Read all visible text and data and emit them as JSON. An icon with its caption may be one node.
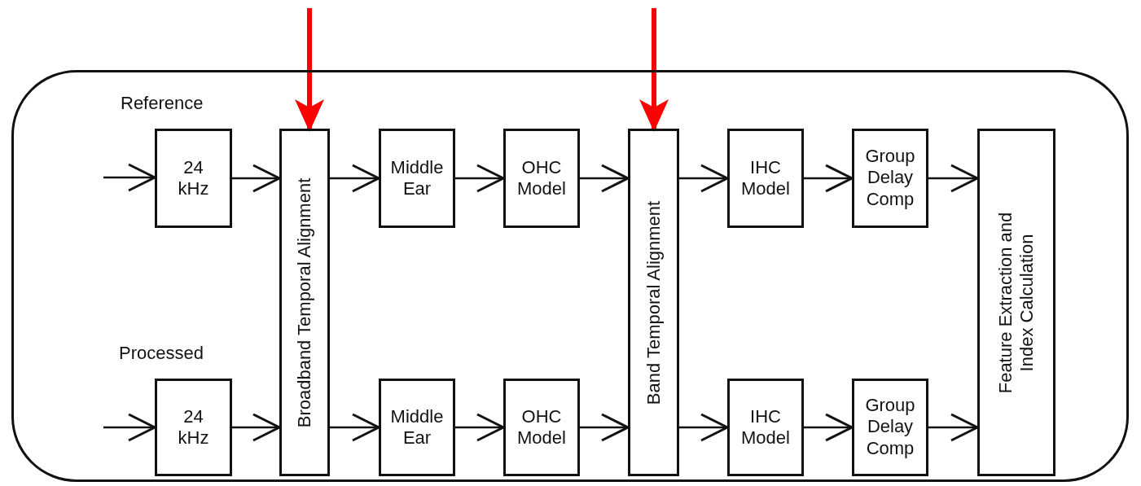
{
  "diagram": {
    "nodes": [
      {
        "text": [],
        "shape": "box"
      },
      {
        "text": [
          "24 kHz"
        ],
        "in": 0
      },
      {
        "text": [
          "Broadband Temporal Alignment"
        ],
        "in": 0
      },
      {
        "text": [
          "Middle Ear"
        ],
        "in": 0
      },
      {
        "text": [
          "OHC Model"
        ],
        "in": 0
      },
      {
        "text": [
          "Band Temporal Alignment"
        ],
        "in": 0
      },
      {
        "text": [
          "IHC Model"
        ],
        "in": 0
      },
      {
        "text": [
          "Group Delay Comp"
        ],
        "in": 0
      },
      {
        "text": [
          "Feature Extraction and Index Calculation"
        ],
        "in": 0
      },
      {
        "text": [
          "24 kHz"
        ],
        "in": 0
      },
      {
        "text": [
          "Middle Ear"
        ],
        "in": 0
      },
      {
        "text": [
          "OHC Model"
        ],
        "in": 0
      },
      {
        "text": [
          "IHC Model"
        ],
        "in": 0
      },
      {
        "text": [
          "Group Delay Comp"
        ],
        "in": 0
      }
    ],
    "edges": [
      {
        "from": null,
        "to": 1,
        "arrow": "to"
      },
      {
        "from": 1,
        "to": 2,
        "arrow": "to"
      },
      {
        "from": 2,
        "to": 3,
        "arrow": "to"
      },
      {
        "from": 3,
        "to": 4,
        "arrow": "to"
      },
      {
        "from": 4,
        "to": 5,
        "arrow": "to"
      },
      {
        "from": 5,
        "to": 6,
        "arrow": "to"
      },
      {
        "from": 6,
        "to": 7,
        "arrow": "to"
      },
      {
        "from": 7,
        "to": 8,
        "arrow": "to"
      },
      {
        "from": null,
        "to": 9,
        "arrow": "to"
      },
      {
        "from": 9,
        "to": 2,
        "arrow": "to"
      },
      {
        "from": 2,
        "to": 10,
        "arrow": "to"
      },
      {
        "from": 10,
        "to": 11,
        "arrow": "to"
      },
      {
        "from": 11,
        "to": 5,
        "arrow": "to"
      },
      {
        "from": 5,
        "to": 12,
        "arrow": "to"
      },
      {
        "from": 12,
        "to": 13,
        "arrow": "to"
      },
      {
        "from": 13,
        "to": 8,
        "arrow": "to"
      },
      {
        "from": null,
        "to": 2,
        "arrow": "to",
        "style": "thick",
        "color": "#ff0000"
      },
      {
        "from": null,
        "to": 5,
        "arrow": "to",
        "style": "thick",
        "color": "#ff0000"
      }
    ],
    "labels": [
      "Reference",
      "Processed"
    ]
  }
}
